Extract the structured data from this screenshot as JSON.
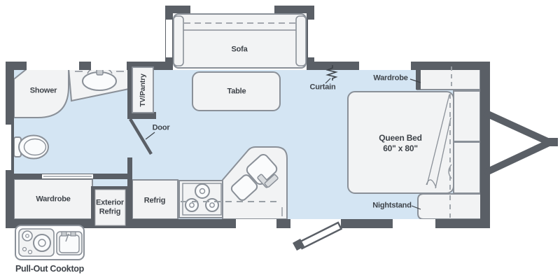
{
  "floorplan": {
    "type": "travel-trailer-floorplan",
    "labels": {
      "shower": "Shower",
      "tv_pantry": "TV/Pantry",
      "sofa": "Sofa",
      "table": "Table",
      "curtain": "Curtain",
      "door": "Door",
      "bedroom_wardrobe": "Wardrobe",
      "queen_bed_name": "Queen Bed",
      "queen_bed_size": "60\" x 80\"",
      "nightstand": "Nightstand",
      "rear_wardrobe": "Wardrobe",
      "exterior_refrig_line1": "Exterior",
      "exterior_refrig_line2": "Refrig",
      "refrig": "Refrig",
      "pull_out_cooktop": "Pull-Out Cooktop"
    },
    "colors": {
      "wall": "#5a5f66",
      "floor": "#d4e5f3",
      "fixture": "#f2f3f4",
      "fixture_outline": "#8a9098",
      "label_text": "#3e4349"
    }
  }
}
